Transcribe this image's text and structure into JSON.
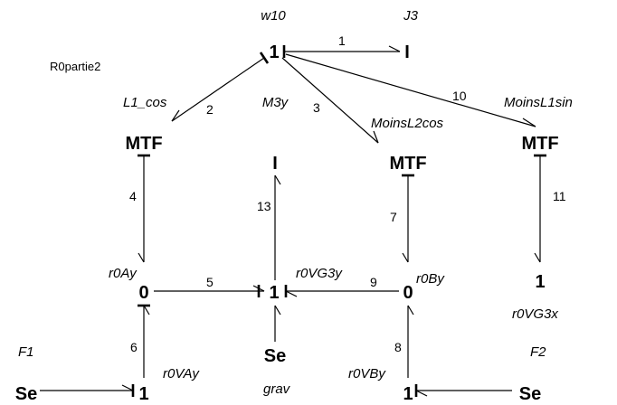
{
  "diagram": {
    "title": "R0partie2",
    "nodes": {
      "w10": {
        "symbol": "1",
        "name": "w10"
      },
      "J3": {
        "symbol": "I",
        "name": "J3"
      },
      "L1_cos": {
        "symbol": "MTF",
        "name": "L1_cos"
      },
      "M3y": {
        "symbol": "I",
        "name": "M3y"
      },
      "MoinsL2cos": {
        "symbol": "MTF",
        "name": "MoinsL2cos"
      },
      "MoinsL1sin": {
        "symbol": "MTF",
        "name": "MoinsL1sin"
      },
      "r0Ay": {
        "symbol": "0",
        "name": "r0Ay"
      },
      "r0VG3y": {
        "symbol": "1",
        "name": "r0VG3y"
      },
      "r0By": {
        "symbol": "0",
        "name": "r0By"
      },
      "r0VG3x": {
        "symbol": "1",
        "name": "r0VG3x"
      },
      "F1": {
        "symbol": "Se",
        "name": "F1"
      },
      "r0VAy": {
        "symbol": "1",
        "name": "r0VAy"
      },
      "grav": {
        "symbol": "Se",
        "name": "grav"
      },
      "r0VBy": {
        "symbol": "1",
        "name": "r0VBy"
      },
      "F2": {
        "symbol": "Se",
        "name": "F2"
      }
    },
    "bonds": [
      {
        "id": "1",
        "from": "w10",
        "to": "J3"
      },
      {
        "id": "2",
        "from": "w10",
        "to": "L1_cos"
      },
      {
        "id": "3",
        "from": "w10",
        "to": "MoinsL2cos"
      },
      {
        "id": "10",
        "from": "w10",
        "to": "MoinsL1sin"
      },
      {
        "id": "4",
        "from": "L1_cos",
        "to": "r0Ay"
      },
      {
        "id": "13",
        "from": "r0VG3y",
        "to": "M3y"
      },
      {
        "id": "7",
        "from": "MoinsL2cos",
        "to": "r0By"
      },
      {
        "id": "11",
        "from": "MoinsL1sin",
        "to": "r0VG3x"
      },
      {
        "id": "5",
        "from": "r0Ay",
        "to": "r0VG3y"
      },
      {
        "id": "9",
        "from": "r0By",
        "to": "r0VG3y"
      },
      {
        "id": "6",
        "from": "r0VAy",
        "to": "r0Ay"
      },
      {
        "id": "8",
        "from": "r0VBy",
        "to": "r0By"
      },
      {
        "id": "F1-r0VAy",
        "from": "F1",
        "to": "r0VAy"
      },
      {
        "id": "grav-r0VG3y",
        "from": "grav",
        "to": "r0VG3y"
      },
      {
        "id": "F2-r0VBy",
        "from": "F2",
        "to": "r0VBy"
      }
    ]
  }
}
